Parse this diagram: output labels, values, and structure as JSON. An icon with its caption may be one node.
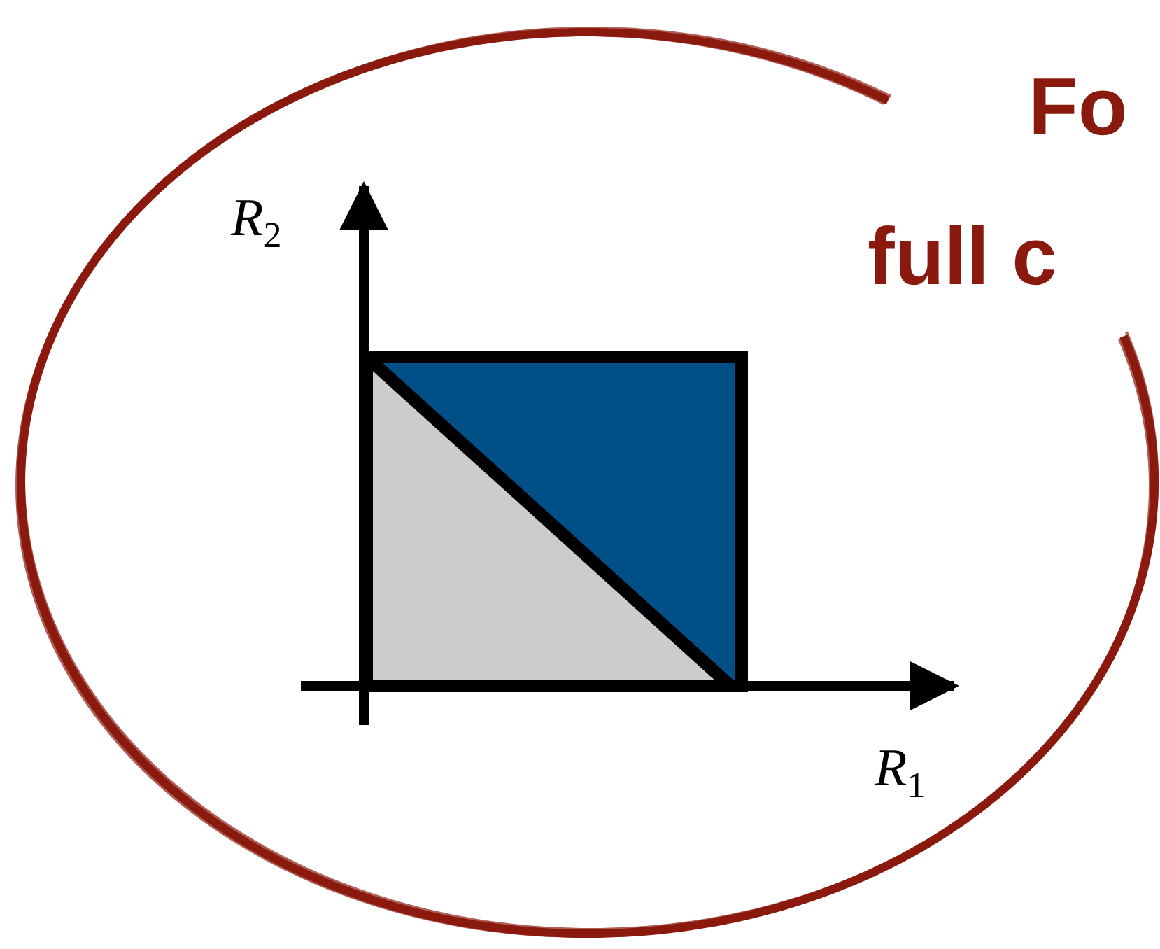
{
  "diagram": {
    "labels": [
      "Fo",
      "*R*$_{2}$",
      "full c",
      "*R*$_{1}$"
    ]
  }
}
